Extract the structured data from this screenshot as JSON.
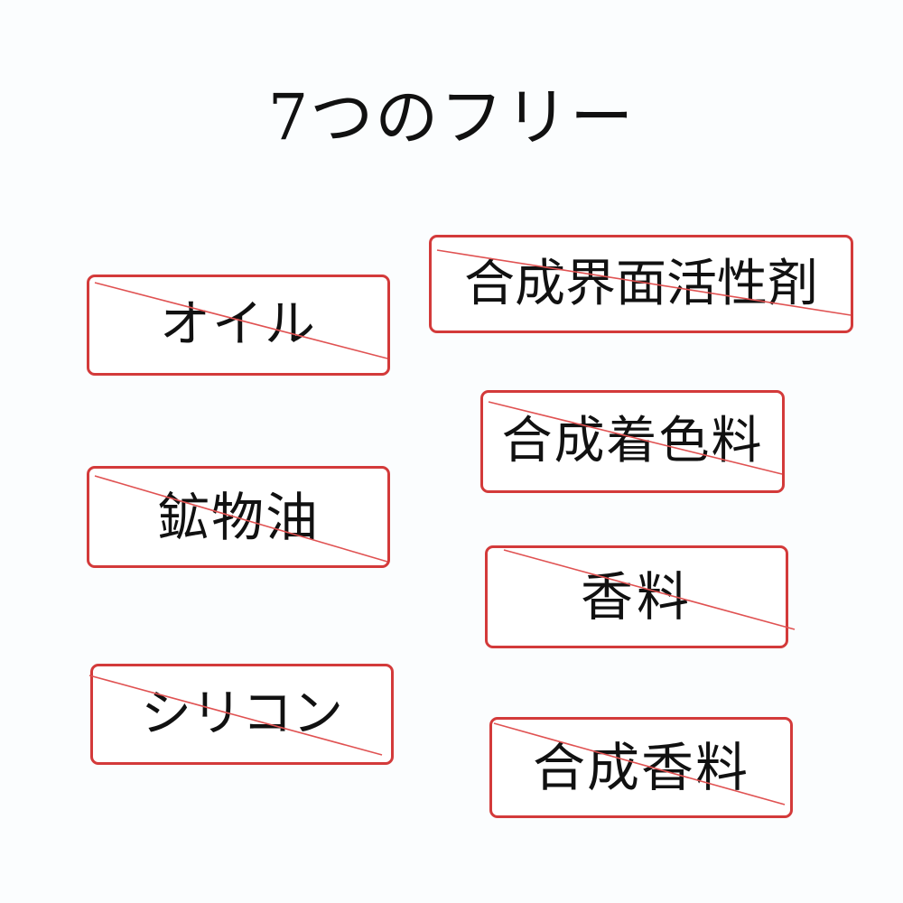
{
  "title": "7つのフリー",
  "tags": {
    "oil": "オイル",
    "surfactant": "合成界面活性剤",
    "mineral_oil": "鉱物油",
    "colorant": "合成着色料",
    "fragrance": "香料",
    "silicone": "シリコン",
    "synthetic_fragrance": "合成香料"
  },
  "colors": {
    "border": "#d33a3a",
    "strike": "#e05252",
    "text": "#111111",
    "background": "#fbfdfe"
  }
}
